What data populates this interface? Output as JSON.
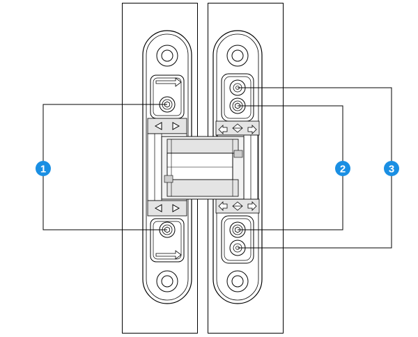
{
  "callouts": [
    {
      "number": "1"
    },
    {
      "number": "2"
    },
    {
      "number": "3"
    }
  ],
  "colors": {
    "line": "#000000",
    "callout_fill": "#1a8fe3",
    "callout_text": "#ffffff",
    "part_gray": "#e4e4e4",
    "part_mid": "#cfcfcf"
  },
  "icons": {
    "plate_left": "hinge-plate-left",
    "plate_right": "hinge-plate-right",
    "adjust_arrows": "triangle-arrow-icon",
    "adjust_symbols": "adjustment-direction-icon",
    "screw": "adjustment-screw-icon",
    "mount_hole": "mounting-hole-icon"
  }
}
